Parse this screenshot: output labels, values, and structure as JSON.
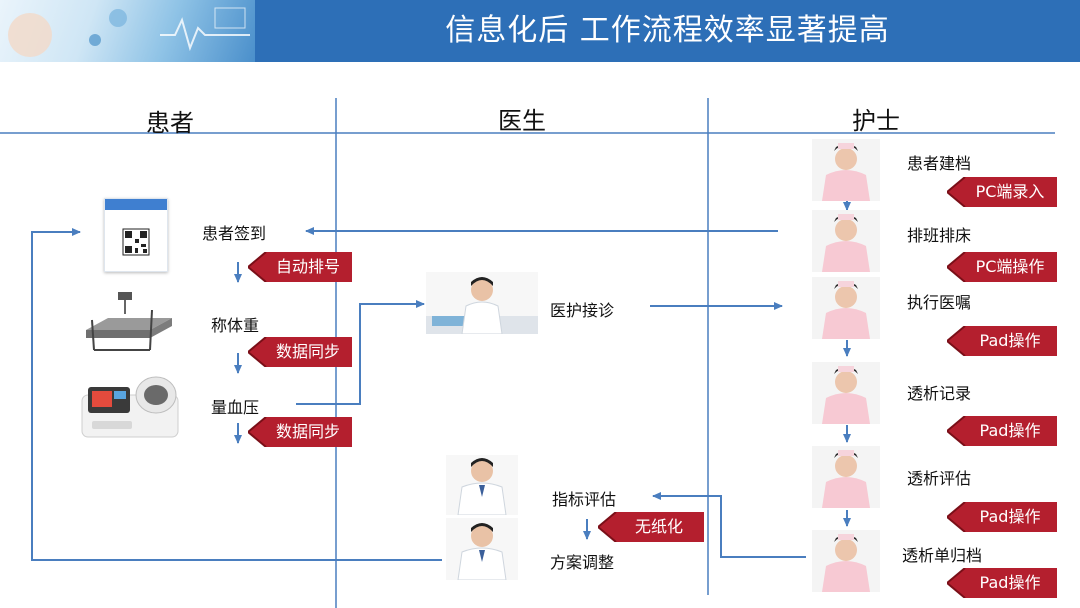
{
  "header": {
    "title": "信息化后 工作流程效率显著提高"
  },
  "columns": {
    "patient": "患者",
    "doctor": "医生",
    "nurse": "护士"
  },
  "patient": {
    "checkin": "患者签到",
    "weigh": "称体重",
    "bp": "量血压",
    "tags": {
      "auto_queue": "自动排号",
      "sync_weight": "数据同步",
      "sync_bp": "数据同步"
    }
  },
  "doctor": {
    "consult": "医护接诊",
    "evaluate": "指标评估",
    "adjust": "方案调整",
    "tags": {
      "paperless": "无纸化"
    }
  },
  "nurse": {
    "steps": [
      {
        "label": "患者建档",
        "tag": "PC端录入"
      },
      {
        "label": "排班排床",
        "tag": "PC端操作"
      },
      {
        "label": "执行医嘱",
        "tag": "Pad操作"
      },
      {
        "label": "透析记录",
        "tag": "Pad操作"
      },
      {
        "label": "透析评估",
        "tag": "Pad操作"
      },
      {
        "label": "透析单归档",
        "tag": "Pad操作"
      }
    ]
  },
  "colors": {
    "header": "#2d6fb7",
    "line": "#4a7ebf",
    "tag": "#b41f2e",
    "tag_edge": "#7a0f18"
  },
  "icons": {
    "qr": "qr-code-icon",
    "scale": "wheelchair-scale-icon",
    "bp_monitor": "blood-pressure-monitor-icon"
  }
}
